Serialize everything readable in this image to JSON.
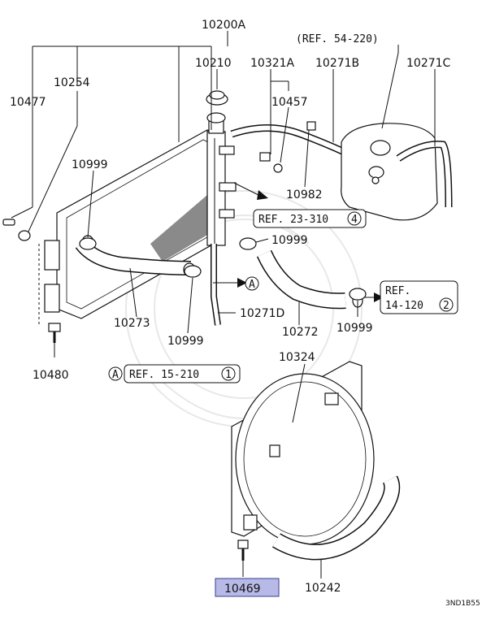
{
  "diagram": {
    "code": "3ND1B55",
    "callout": "A",
    "part_numbers": {
      "p10200A": "10200A",
      "p10210": "10210",
      "p10321A": "10321A",
      "p10271B": "10271B",
      "p10271C": "10271C",
      "p10254": "10254",
      "p10477": "10477",
      "p10457": "10457",
      "p10999a": "10999",
      "p10982": "10982",
      "p10999b": "10999",
      "p10273": "10273",
      "p10271D": "10271D",
      "p10272": "10272",
      "p10999c": "10999",
      "p10999d": "10999",
      "p10480": "10480",
      "p10324": "10324",
      "p10469": "10469",
      "p10242": "10242"
    },
    "refs": {
      "ref54": "(REF. 54-220)",
      "ref23": "REF. 23-310",
      "ref23_circ": "4",
      "ref14_line1": "REF.",
      "ref14_line2": "14-120",
      "ref14_circ": "2",
      "ref15": "REF. 15-210",
      "ref15_circ": "1"
    },
    "highlight_color": "#b7b9e6"
  }
}
